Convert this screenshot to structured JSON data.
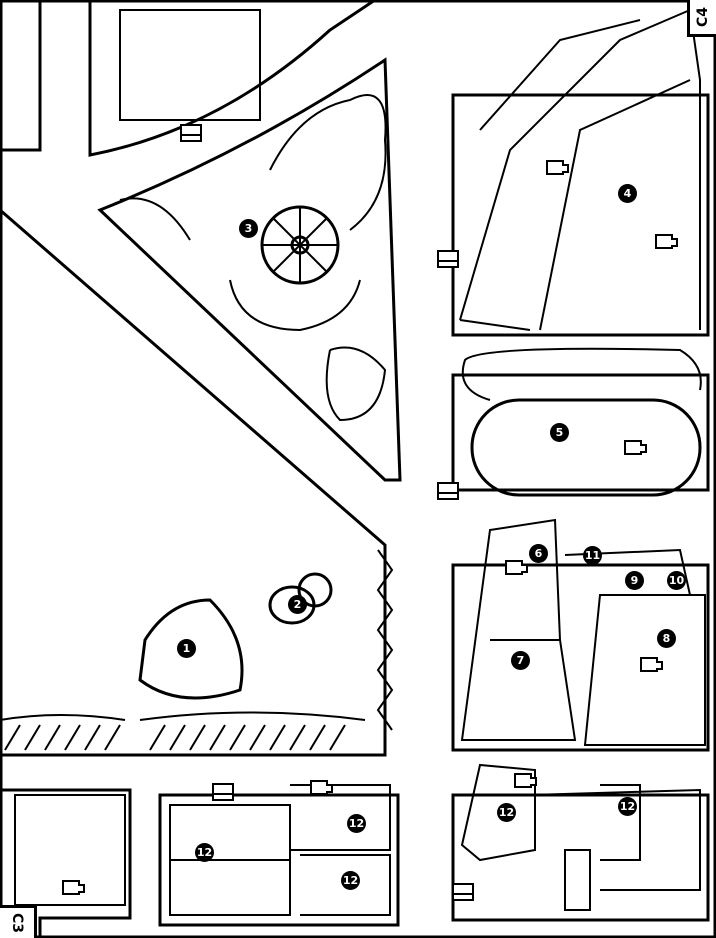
{
  "map": {
    "corner_labels": {
      "top_right": "C4",
      "bottom_left": "C3"
    },
    "markers": [
      "1",
      "2",
      "3",
      "4",
      "5",
      "6",
      "7",
      "8",
      "9",
      "10",
      "11",
      "12"
    ],
    "colors": {
      "ink": "#000000",
      "paper": "#ffffff"
    }
  }
}
